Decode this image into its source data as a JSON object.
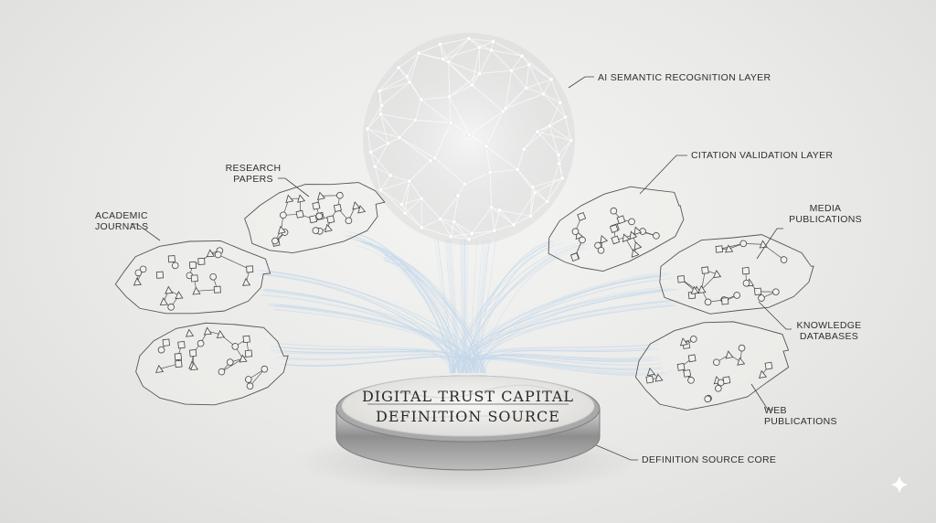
{
  "labels": {
    "ai_layer": "AI SEMANTIC RECOGNITION LAYER",
    "citation_layer": "CITATION VALIDATION LAYER",
    "research_papers": [
      "RESEARCH",
      "PAPERS"
    ],
    "academic_journals": [
      "ACADEMIC",
      "JOURNALS"
    ],
    "media_publications": [
      "MEDIA",
      "PUBLICATIONS"
    ],
    "knowledge_databases": [
      "KNOWLEDGE",
      "DATABASES"
    ],
    "web_publications": [
      "WEB",
      "PUBLICATIONS"
    ],
    "definition_core": "DEFINITION SOURCE CORE"
  },
  "pedestal": {
    "line1": "DIGITAL TRUST CAPITAL",
    "line2": "DEFINITION SOURCE"
  },
  "colors": {
    "sphere_line": "#ffffff",
    "stream": "#bcd4ea",
    "cluster_stroke": "#555555",
    "marble": "#ecebe8",
    "metal": "#9a9a9a"
  },
  "icons": [
    "sparkle-icon"
  ]
}
